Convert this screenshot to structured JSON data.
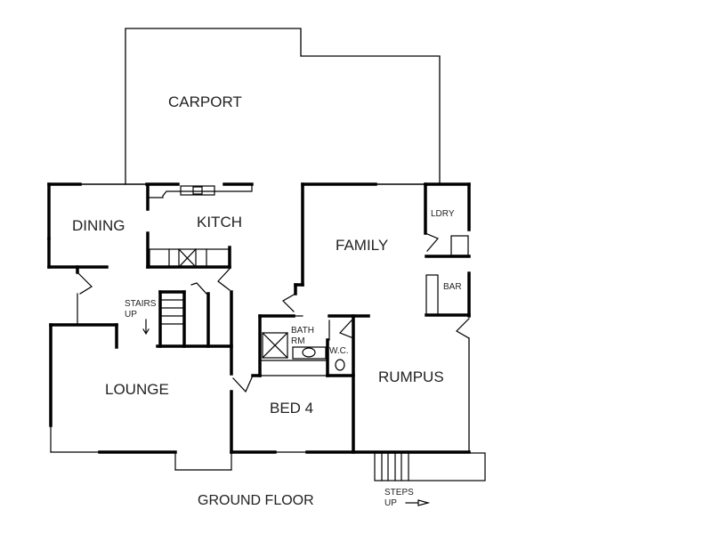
{
  "plan": {
    "title": "GROUND FLOOR",
    "rooms": {
      "carport": "CARPORT",
      "dining": "DINING",
      "kitchen": "KITCH",
      "family": "FAMILY",
      "laundry": "LDRY",
      "bar": "BAR",
      "stairs_line1": "STAIRS",
      "stairs_line2": "UP",
      "bath_line1": "BATH",
      "bath_line2": "RM",
      "wc": "W.C.",
      "lounge": "LOUNGE",
      "bed4": "BED 4",
      "rumpus": "RUMPUS",
      "steps_line1": "STEPS",
      "steps_line2": "UP"
    },
    "colors": {
      "wall": "#000000",
      "background": "#ffffff",
      "text": "#222222"
    }
  }
}
